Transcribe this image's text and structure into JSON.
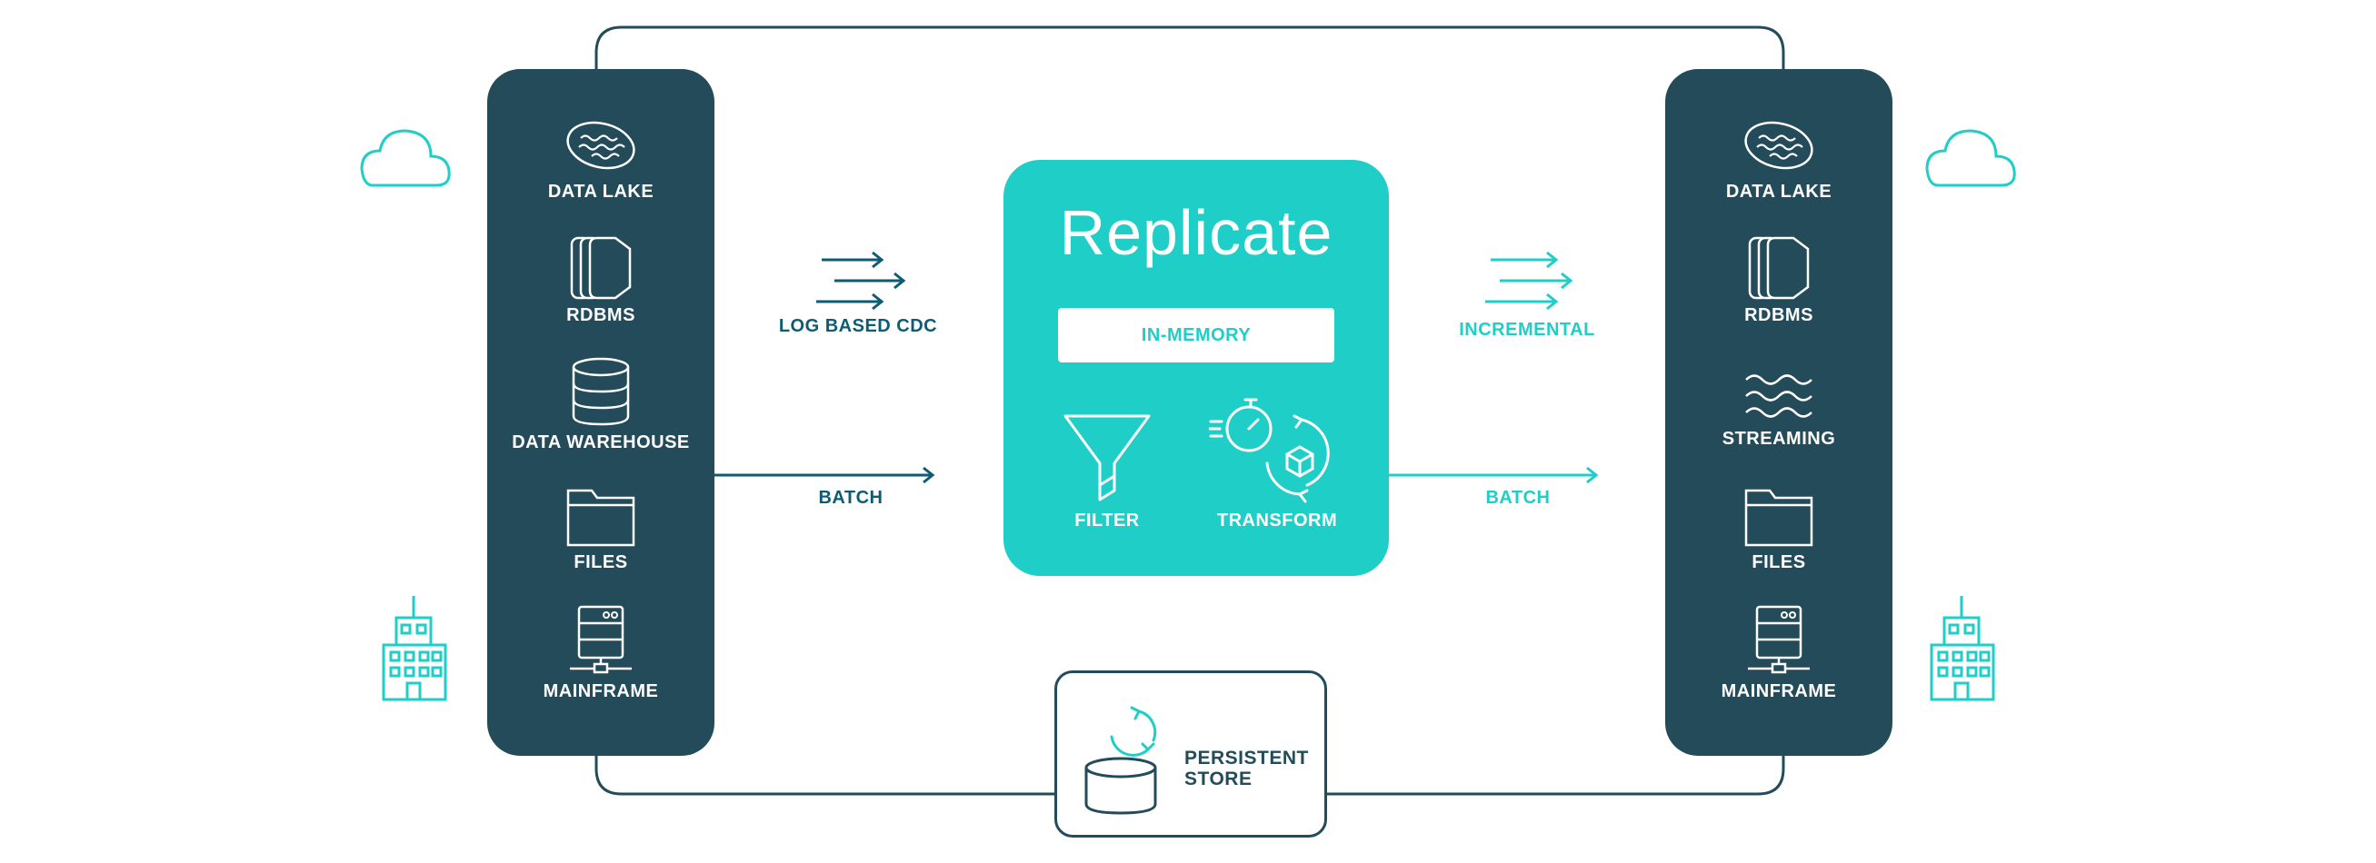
{
  "diagram": {
    "colors": {
      "dark_panel": "#234b5a",
      "accent_teal": "#20cec8",
      "label_dark": "#0e5c73",
      "white": "#ffffff"
    },
    "sources": {
      "items": [
        {
          "label": "DATA LAKE",
          "icon": "data-lake-icon"
        },
        {
          "label": "RDBMS",
          "icon": "rdbms-icon"
        },
        {
          "label": "DATA WAREHOUSE",
          "icon": "database-icon"
        },
        {
          "label": "FILES",
          "icon": "folder-icon"
        },
        {
          "label": "MAINFRAME",
          "icon": "mainframe-icon"
        }
      ],
      "cloud_icon": "cloud-icon",
      "onprem_icon": "building-icon"
    },
    "targets": {
      "items": [
        {
          "label": "DATA LAKE",
          "icon": "data-lake-icon"
        },
        {
          "label": "RDBMS",
          "icon": "rdbms-icon"
        },
        {
          "label": "STREAMING",
          "icon": "streaming-icon"
        },
        {
          "label": "FILES",
          "icon": "folder-icon"
        },
        {
          "label": "MAINFRAME",
          "icon": "mainframe-icon"
        }
      ],
      "cloud_icon": "cloud-icon",
      "onprem_icon": "building-icon"
    },
    "inbound": {
      "cdc_label": "LOG BASED CDC",
      "batch_label": "BATCH"
    },
    "outbound": {
      "incremental_label": "INCREMENTAL",
      "batch_label": "BATCH"
    },
    "core": {
      "title": "Replicate",
      "memory_label": "IN-MEMORY",
      "filter_label": "FILTER",
      "transform_label": "TRANSFORM"
    },
    "store": {
      "label": "PERSISTENT\nSTORE"
    }
  }
}
